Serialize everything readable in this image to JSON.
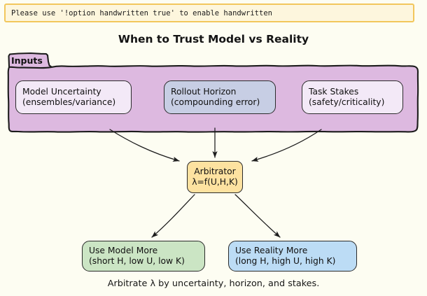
{
  "notice": {
    "text": "Please use '!option handwritten true' to enable handwritten",
    "background_color": "#fdf6dd",
    "border_color": "#f2c75c"
  },
  "diagram": {
    "title": "When to Trust Model vs Reality",
    "caption": "Arbitrate λ by uncertainty, horizon, and stakes.",
    "background_color": "#fdfdf2",
    "group": {
      "label": "Inputs",
      "fill_color": "#ddb9e0",
      "stroke_color": "#1c1c1c"
    },
    "nodes": {
      "model_uncertainty": {
        "line1": "Model Uncertainty",
        "line2": "(ensembles/variance)",
        "fill_color": "#f3e9f7"
      },
      "rollout_horizon": {
        "line1": "Rollout Horizon",
        "line2": "(compounding error)",
        "fill_color": "#c7cee4"
      },
      "task_stakes": {
        "line1": "Task Stakes",
        "line2": "(safety/criticality)",
        "fill_color": "#f3e9f7"
      },
      "arbitrator": {
        "line1": "Arbitrator",
        "line2": "λ=f(U,H,K)",
        "fill_color": "#fde2a0"
      },
      "use_model_more": {
        "line1": "Use Model More",
        "line2": "(short H, low U, low K)",
        "fill_color": "#cbe5c4"
      },
      "use_reality_more": {
        "line1": "Use Reality More",
        "line2": "(long H, high U, high K)",
        "fill_color": "#bcdcf5"
      }
    },
    "edges": [
      {
        "from": "model_uncertainty",
        "to": "arbitrator"
      },
      {
        "from": "rollout_horizon",
        "to": "arbitrator"
      },
      {
        "from": "task_stakes",
        "to": "arbitrator"
      },
      {
        "from": "arbitrator",
        "to": "use_model_more"
      },
      {
        "from": "arbitrator",
        "to": "use_reality_more"
      }
    ]
  }
}
